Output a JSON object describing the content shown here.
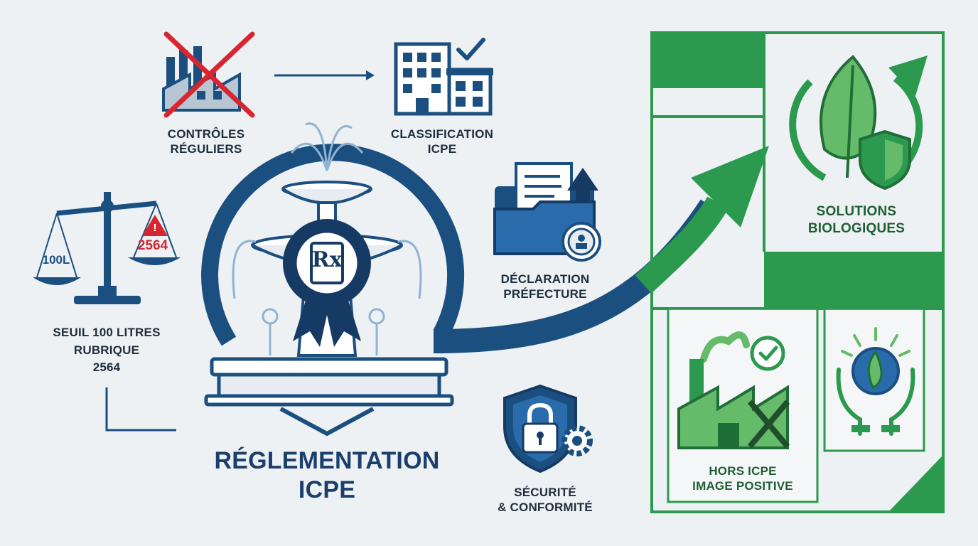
{
  "center_title": {
    "line1": "Réglementation",
    "line2": "ICPE"
  },
  "steps": {
    "controls": {
      "line1": "Contrôles",
      "line2": "réguliers",
      "icon": "factory-crossed-icon"
    },
    "classification": {
      "line1": "Classification",
      "line2": "ICPE",
      "icon": "building-check-icon"
    },
    "declaration": {
      "line1": "Déclaration",
      "line2": "Préfecture",
      "icon": "folder-upload-icon"
    },
    "threshold": {
      "line1": "Seuil 100 litres",
      "line2": "Rubrique",
      "line3": "2564",
      "icon": "balance-scale-icon"
    },
    "security": {
      "line1": "Sécurité",
      "line2": "& Conformité",
      "icon": "shield-lock-icon"
    }
  },
  "scale": {
    "left_value": "100L",
    "right_value": "2564",
    "warning": "!"
  },
  "emblem": {
    "symbol": "Rx"
  },
  "outcomes": {
    "biological": {
      "line1": "Solutions",
      "line2": "biologiques",
      "icon": "leaf-shield-icon"
    },
    "positive": {
      "line1": "Hors ICPE",
      "line2": "image positive",
      "icon": "green-factory-check-icon"
    },
    "planet": {
      "icon": "hands-globe-icon"
    }
  },
  "colors": {
    "navy": "#1b4f80",
    "dark_navy": "#153a63",
    "red": "#d7262f",
    "green": "#2c9a4e",
    "light_green": "#66bb6a",
    "background": "#eef1f4"
  }
}
